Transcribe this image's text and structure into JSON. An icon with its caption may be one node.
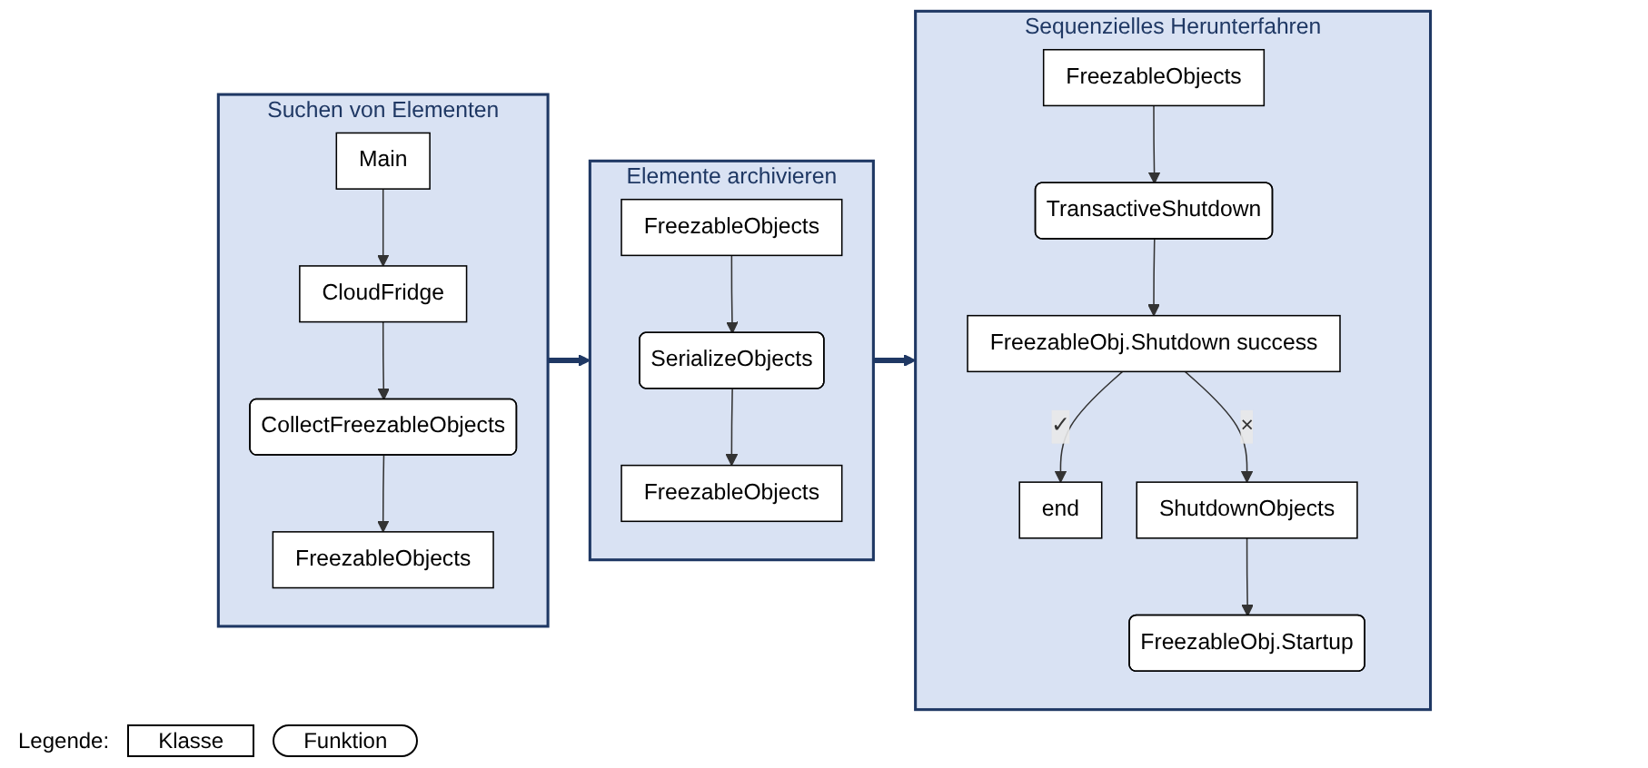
{
  "diagram": {
    "nodes": [
      {
        "text": [
          "Suchen von Elementen"
        ]
      },
      {
        "text": [
          "Main"
        ],
        "in": 0
      },
      {
        "text": [
          "CloudFridge"
        ],
        "in": 0
      },
      {
        "text": [
          "CollectFreezableObjects"
        ],
        "in": 0
      },
      {
        "text": [
          "FreezableObjects"
        ],
        "in": 0
      },
      {
        "text": [
          "Elemente archivieren"
        ]
      },
      {
        "text": [
          "FreezableObjects"
        ],
        "in": 5
      },
      {
        "text": [
          "SerializeObjects"
        ],
        "in": 5
      },
      {
        "text": [
          "FreezableObjects"
        ],
        "in": 5
      },
      {
        "text": [
          "Sequenzielles Herunterfahren"
        ]
      },
      {
        "text": [
          "FreezableObjects"
        ],
        "in": 9
      },
      {
        "text": [
          "TransactiveShutdown"
        ],
        "in": 9
      },
      {
        "text": [
          "FreezableObj.Shutdown success"
        ],
        "in": 9
      },
      {
        "text": [
          "end"
        ],
        "in": 9
      },
      {
        "text": [
          "ShutdownObjects"
        ],
        "in": 9
      },
      {
        "text": [
          "FreezableObj.Startup"
        ],
        "in": 9
      }
    ],
    "edges": [
      {
        "from": 1,
        "to": 2,
        "arrow": "to"
      },
      {
        "from": 2,
        "to": 3,
        "arrow": "to"
      },
      {
        "from": 3,
        "to": 4,
        "arrow": "to"
      },
      {
        "from": 0,
        "to": 5,
        "arrow": "to",
        "style": "thick"
      },
      {
        "from": 6,
        "to": 7,
        "arrow": "to"
      },
      {
        "from": 7,
        "to": 8,
        "arrow": "to"
      },
      {
        "from": 5,
        "to": 9,
        "arrow": "to",
        "style": "thick"
      },
      {
        "from": 10,
        "to": 11,
        "arrow": "to"
      },
      {
        "from": 11,
        "to": 12,
        "arrow": "to"
      },
      {
        "from": 12,
        "to": 13,
        "label": "✓",
        "arrow": "to"
      },
      {
        "from": 12,
        "to": 14,
        "label": "×",
        "arrow": "to"
      },
      {
        "from": 14,
        "to": 15,
        "arrow": "to"
      }
    ],
    "labels": [
      "Legende:"
    ],
    "legend": [
      {
        "text": "Klasse"
      },
      {
        "text": "Funktion"
      }
    ]
  }
}
